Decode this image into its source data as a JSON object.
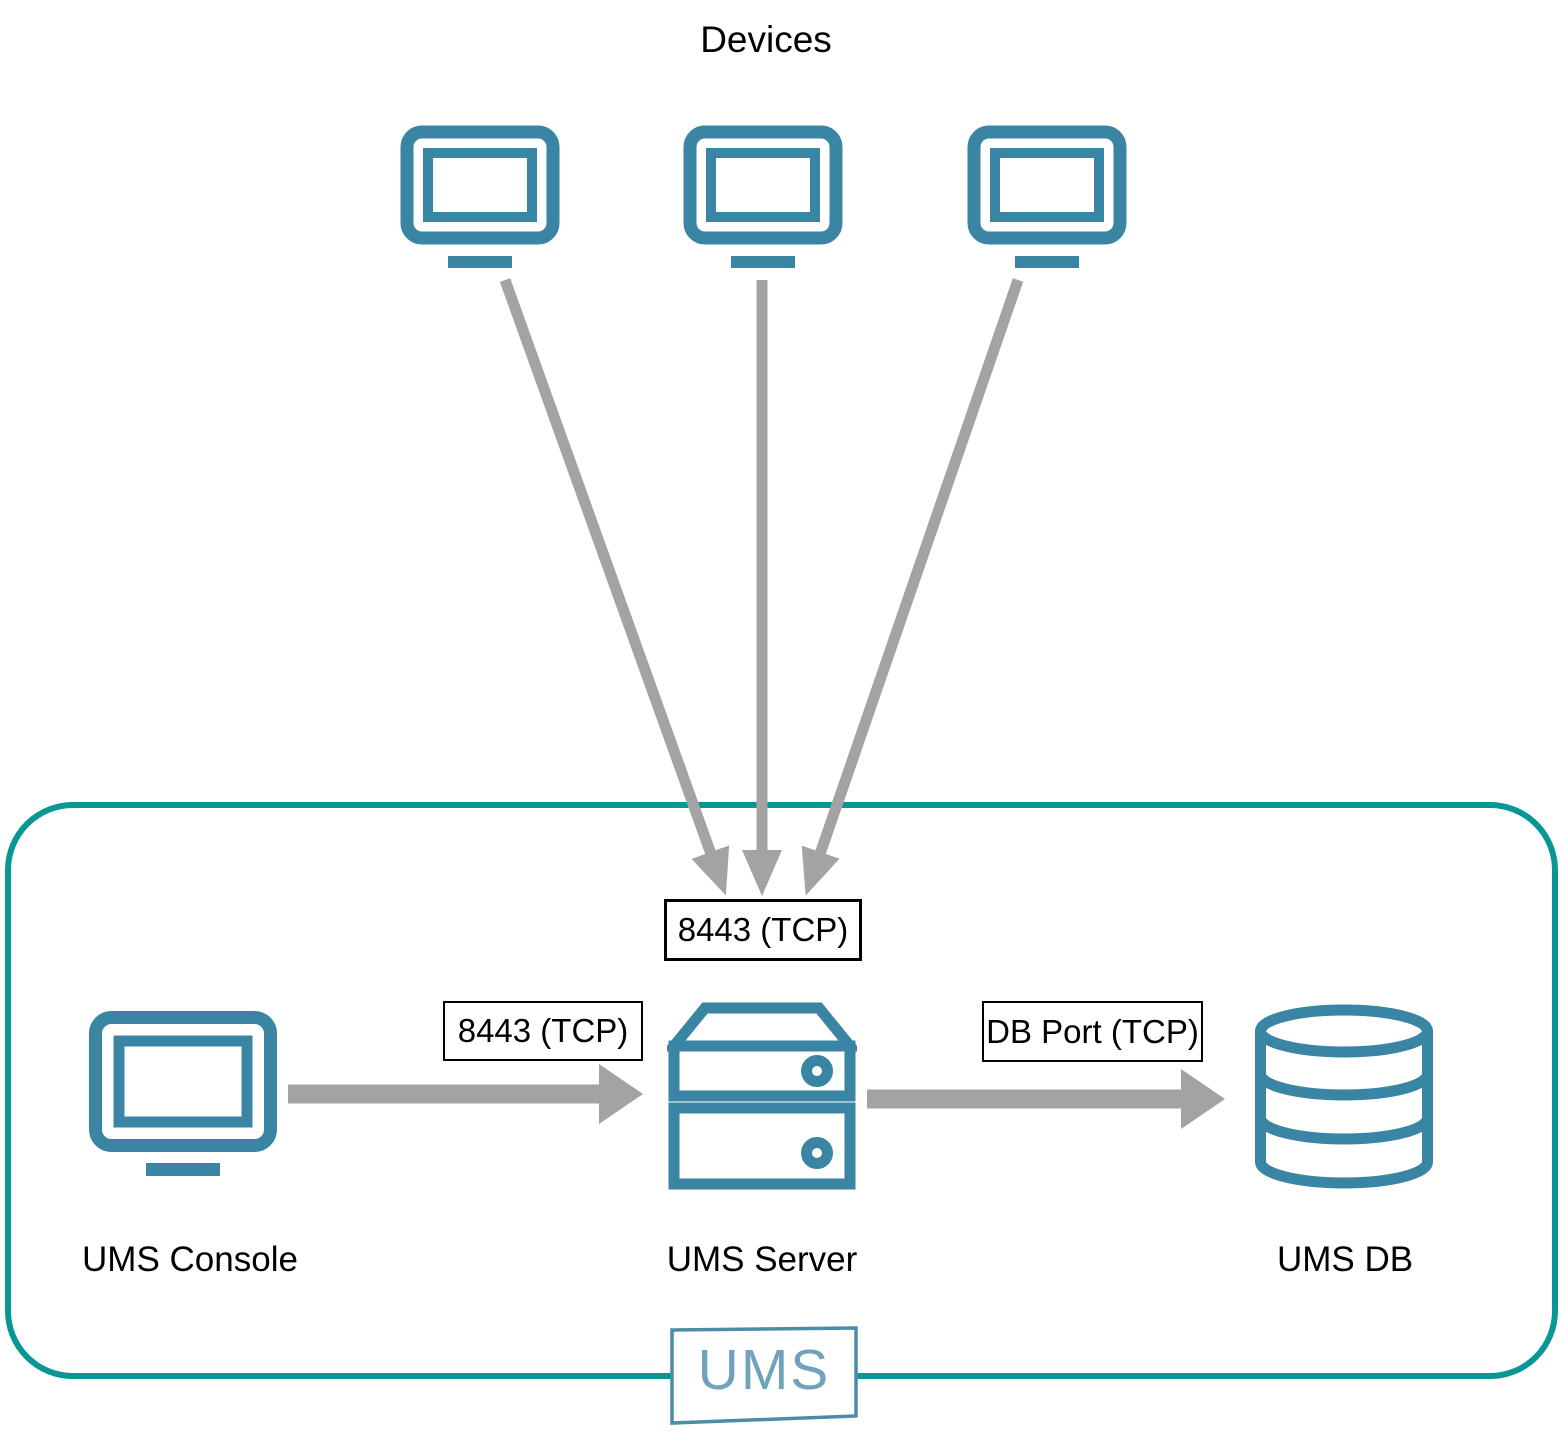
{
  "diagram": {
    "title": "Devices",
    "nodes": {
      "devices": {
        "label": "Devices",
        "icon": "monitor-icon",
        "count": 3
      },
      "console": {
        "label": "UMS Console",
        "icon": "monitor-icon"
      },
      "server": {
        "label": "UMS Server",
        "icon": "server-stack-icon"
      },
      "db": {
        "label": "UMS DB",
        "icon": "database-icon"
      }
    },
    "ports": {
      "devices_to_server": "8443 (TCP)",
      "console_to_server": "8443 (TCP)",
      "server_to_db": "DB Port (TCP)"
    },
    "connections": [
      {
        "from": "device-1",
        "to": "server",
        "label": "8443 (TCP)"
      },
      {
        "from": "device-2",
        "to": "server",
        "label": "8443 (TCP)"
      },
      {
        "from": "device-3",
        "to": "server",
        "label": "8443 (TCP)"
      },
      {
        "from": "console",
        "to": "server",
        "label": "8443 (TCP)"
      },
      {
        "from": "server",
        "to": "db",
        "label": "DB Port (TCP)"
      }
    ],
    "boundary_logo": "UMS"
  },
  "colors": {
    "icon_teal": "#3a85a3",
    "boundary_teal": "#089795",
    "arrow_gray": "#a3a3a3",
    "label_black": "#000000",
    "logo_text_teal": "#6fa3bc",
    "logo_border_teal": "#4d8ca6"
  }
}
